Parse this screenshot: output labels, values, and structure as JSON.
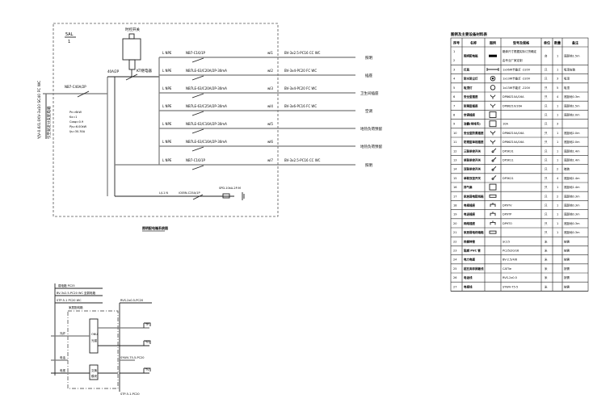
{
  "main_diagram": {
    "panel_label": "5AL",
    "panel_number": "1",
    "incoming_cable": "YJV-0.6/1.0KV-3x10  SC40 FC WC",
    "incoming_note": "引至就近分支配电箱",
    "main_breaker": "NB7-C40A/2P",
    "relay_breaker": "40A/2P",
    "timer_switch_label": "时控开关",
    "contactor_label": "KT继电器",
    "load_params": [
      "Pn=6kW",
      "Kx=1",
      "Cosφ=0.9",
      "Pjs=6.00kW",
      "Ijs=30.30A"
    ],
    "circuits": [
      {
        "phase": "L NPE",
        "breaker": "NB7-C16/1P",
        "id": "wl1",
        "cable": "BV-3x2.5-PC16 CC WC",
        "load": "照明"
      },
      {
        "phase": "L NPE",
        "breaker": "NB7LE-63/C20A/2P-30mA",
        "id": "wl2",
        "cable": "BV-3x4-PC20 FC WC",
        "load": "插座"
      },
      {
        "phase": "L NPE",
        "breaker": "NB7LE-63/C20A/2P-30mA",
        "id": "wl3",
        "cable": "BV-3x4-PC20 FC WC",
        "load": "卫生间插座"
      },
      {
        "phase": "L NPE",
        "breaker": "NB7LE-63/C25A/2P-30mA",
        "id": "wl4",
        "cable": "BV-3x6-PC16 FC WC",
        "load": "空调"
      },
      {
        "phase": "L NPE",
        "breaker": "NB7LE-63/C16A/2P-30mA",
        "id": "wl5",
        "cable": "",
        "load": "地热负荷预留"
      },
      {
        "phase": "L NPE",
        "breaker": "NB7LE-63/C16A/2P-30mA",
        "id": "wl6",
        "cable": "",
        "load": "地热负荷预留"
      },
      {
        "phase": "L NPE",
        "breaker": "NB7-C16/1P",
        "id": "wl7",
        "cable": "BV-3x2.5-PC16 CC WC",
        "load": "照明"
      }
    ],
    "spd_phase": "L/L1 N",
    "spd_breaker": "iC65N-C25A/1P",
    "spd_device": "SPD-10kA-2P-M",
    "caption": "照明配电箱系统图"
  },
  "sub_diagram": {
    "header_lines": [
      "弱电箱 PC25",
      "BV-3x2.5-PC20 WC 至弱电箱",
      "STP-5-1 PC20 WC"
    ],
    "box_label": "家居配线箱",
    "module1": [
      "ONU",
      "光猫"
    ],
    "module2": [
      "交换",
      "模块"
    ],
    "inputs": [
      "光纤",
      "电话",
      "电视"
    ],
    "outputs": [
      "RVS-2x0.5-PC20",
      "SYWV-75-5-PC20",
      "STP-5-1-PC20"
    ],
    "outlets": [
      "TP",
      "TO",
      "TV"
    ]
  },
  "legend_table": {
    "title": "图例及主要设备材料表",
    "headers": [
      "序号",
      "名称",
      "图例",
      "型号及规格",
      "单位",
      "数量",
      "备注"
    ],
    "rows": [
      {
        "no": "1\n2",
        "name": "照明配电箱",
        "symbol": "panel",
        "spec": "箱体尺寸根据实际订货确定\n由专业厂家定制",
        "unit": "台",
        "qty": "1",
        "note": "底距地1.5m"
      },
      {
        "no": "3",
        "name": "灯具",
        "symbol": "tube",
        "spec": "1x36W节能灯 -220V",
        "unit": "只",
        "qty": "1",
        "note": "吸顶安装"
      },
      {
        "no": "4",
        "name": "防水防尘灯",
        "symbol": "waterproof",
        "spec": "1x13W节能灯 -220V",
        "unit": "只",
        "qty": "3",
        "note": "吸顶"
      },
      {
        "no": "5",
        "name": "吸顶灯",
        "symbol": "ceiling",
        "spec": "1x13W节能灯 -220V",
        "unit": "只",
        "qty": "5",
        "note": "吸顶"
      },
      {
        "no": "6",
        "name": "安全型插座",
        "symbol": "socket",
        "spec": "DP86Z10A/16A",
        "unit": "只",
        "qty": "4",
        "note": "底距地0.3m"
      },
      {
        "no": "7",
        "name": "防溅型插座",
        "symbol": "socket-splash",
        "spec": "DP86Z10/16A",
        "unit": "只",
        "qty": "1",
        "note": "底距地1.5m"
      },
      {
        "no": "8",
        "name": "空调插座",
        "symbol": "ac-socket",
        "spec": "",
        "unit": "只",
        "qty": "1",
        "note": "底距地2.0m"
      },
      {
        "no": "9",
        "name": "浴霸(带排风)",
        "symbol": "bath-heater",
        "spec": "10A",
        "unit": "只",
        "qty": "3",
        "note": ""
      },
      {
        "no": "10",
        "name": "安全型防溅插座",
        "symbol": "socket-splash",
        "spec": "DP86Z10A/16A",
        "unit": "只",
        "qty": "1",
        "note": "底距地2.0m"
      },
      {
        "no": "11",
        "name": "防溅型单相插座",
        "symbol": "socket-splash",
        "spec": "DP86Z10A/16A",
        "unit": "只",
        "qty": "1",
        "note": "底距地2.0m"
      },
      {
        "no": "12",
        "name": "三联单控开关",
        "symbol": "switch",
        "spec": "DP3K31",
        "unit": "只",
        "qty": "1",
        "note": "底距地1.4m"
      },
      {
        "no": "13",
        "name": "单联单控开关",
        "symbol": "switch",
        "spec": "DP3K11",
        "unit": "只",
        "qty": "1",
        "note": "底距地1.4m"
      },
      {
        "no": "14",
        "name": "双联单控开关",
        "symbol": "switch",
        "spec": "",
        "unit": "只",
        "qty": "2",
        "note": "暗装"
      },
      {
        "no": "15",
        "name": "单联双控开关",
        "symbol": "switch-2way",
        "spec": "DP3K21",
        "unit": "只",
        "qty": "4",
        "note": "底距地1.4m"
      },
      {
        "no": "16",
        "name": "排气扇",
        "symbol": "fan",
        "spec": "",
        "unit": "只",
        "qty": "1",
        "note": "底距地1.4m"
      },
      {
        "no": "17",
        "name": "家居弱电配线箱",
        "symbol": "box",
        "spec": "",
        "unit": "只",
        "qty": "2",
        "note": "底距地0.3m"
      },
      {
        "no": "18",
        "name": "电视插座",
        "symbol": "outlet",
        "spec": "DP9TV",
        "unit": "只",
        "qty": "1",
        "note": "底距地0.3m"
      },
      {
        "no": "19",
        "name": "电话插座",
        "symbol": "outlet",
        "spec": "DP9TP",
        "unit": "只",
        "qty": "1",
        "note": "底距地0.3m"
      },
      {
        "no": "20",
        "name": "网络插座",
        "symbol": "outlet",
        "spec": "DP9TO",
        "unit": "只",
        "qty": "1",
        "note": "底距地0.3m"
      },
      {
        "no": "21",
        "name": "家居弱电终端箱",
        "symbol": "box",
        "spec": "",
        "unit": "只",
        "qty": "1",
        "note": "底距地0.3m"
      },
      {
        "no": "22",
        "name": "热镀锌管",
        "symbol": "",
        "spec": "SC15",
        "unit": "米",
        "qty": "",
        "note": "按需"
      },
      {
        "no": "23",
        "name": "阻燃 PVC 管",
        "symbol": "",
        "spec": "PC25/20/16",
        "unit": "米",
        "qty": "",
        "note": "按需"
      },
      {
        "no": "24",
        "name": "电力电缆",
        "symbol": "",
        "spec": "BV-2.5/4/6",
        "unit": "米",
        "qty": "",
        "note": "按需"
      },
      {
        "no": "25",
        "name": "超五类非屏蔽线",
        "symbol": "",
        "spec": "CAT5e",
        "unit": "米",
        "qty": "",
        "note": "按需"
      },
      {
        "no": "26",
        "name": "电话线",
        "symbol": "",
        "spec": "RVS-2x0.5",
        "unit": "米",
        "qty": "",
        "note": "按需"
      },
      {
        "no": "27",
        "name": "电视线",
        "symbol": "",
        "spec": "SYWV-75-5",
        "unit": "米",
        "qty": "",
        "note": "按需"
      }
    ]
  }
}
